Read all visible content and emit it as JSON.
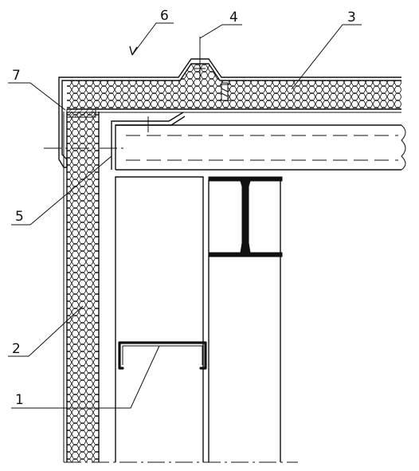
{
  "labels": {
    "part_1": "1",
    "part_2": "2",
    "part_3": "3",
    "part_4": "4",
    "part_5": "5",
    "part_6": "6",
    "part_7": "7"
  },
  "colors": {
    "line": "#111111",
    "background": "#ffffff"
  }
}
